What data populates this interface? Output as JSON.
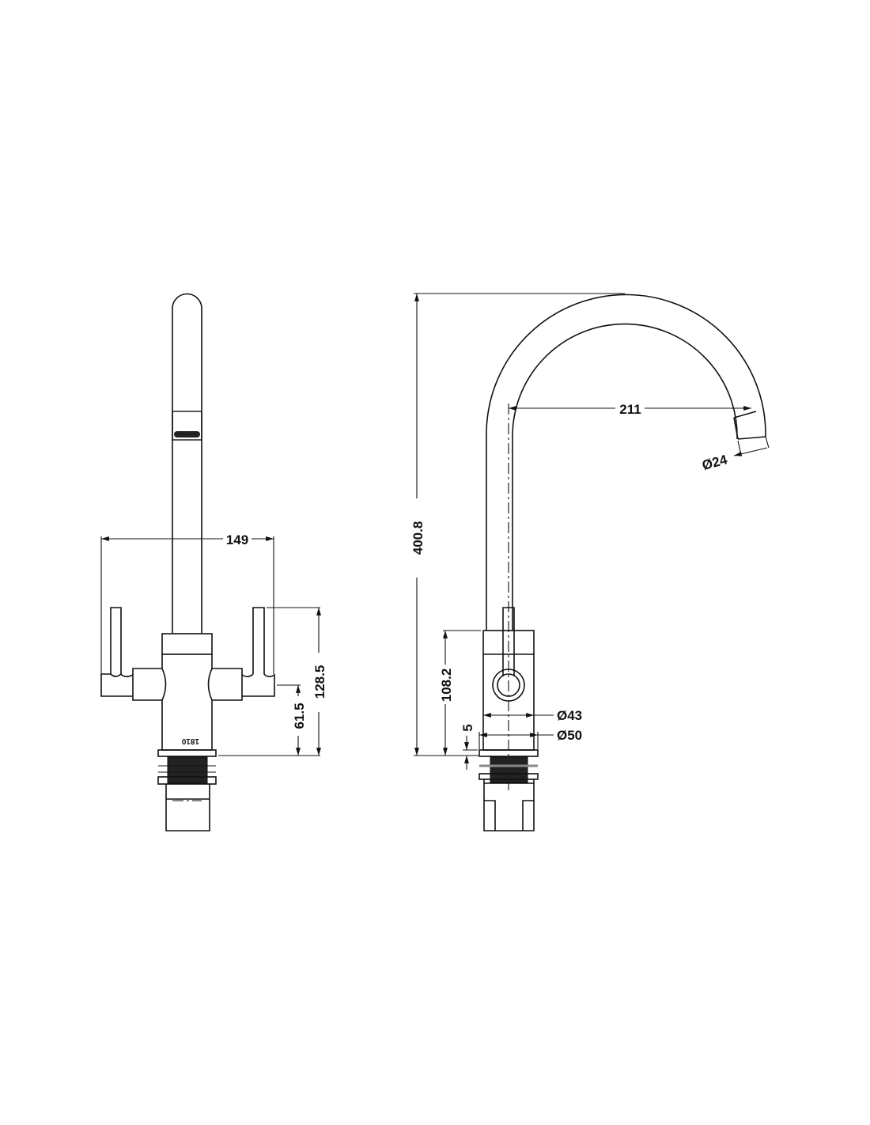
{
  "front_view": {
    "brand_mark": "1810",
    "dimensions": {
      "handle_span": "149",
      "handle_height": "128.5",
      "arm_height": "61.5"
    }
  },
  "side_view": {
    "dimensions": {
      "total_height": "400.8",
      "spout_reach": "211",
      "spout_diameter": "Ø24",
      "body_height": "108.2",
      "body_diameter": "Ø43",
      "flange_diameter": "Ø50",
      "flange_thickness": "5"
    }
  }
}
